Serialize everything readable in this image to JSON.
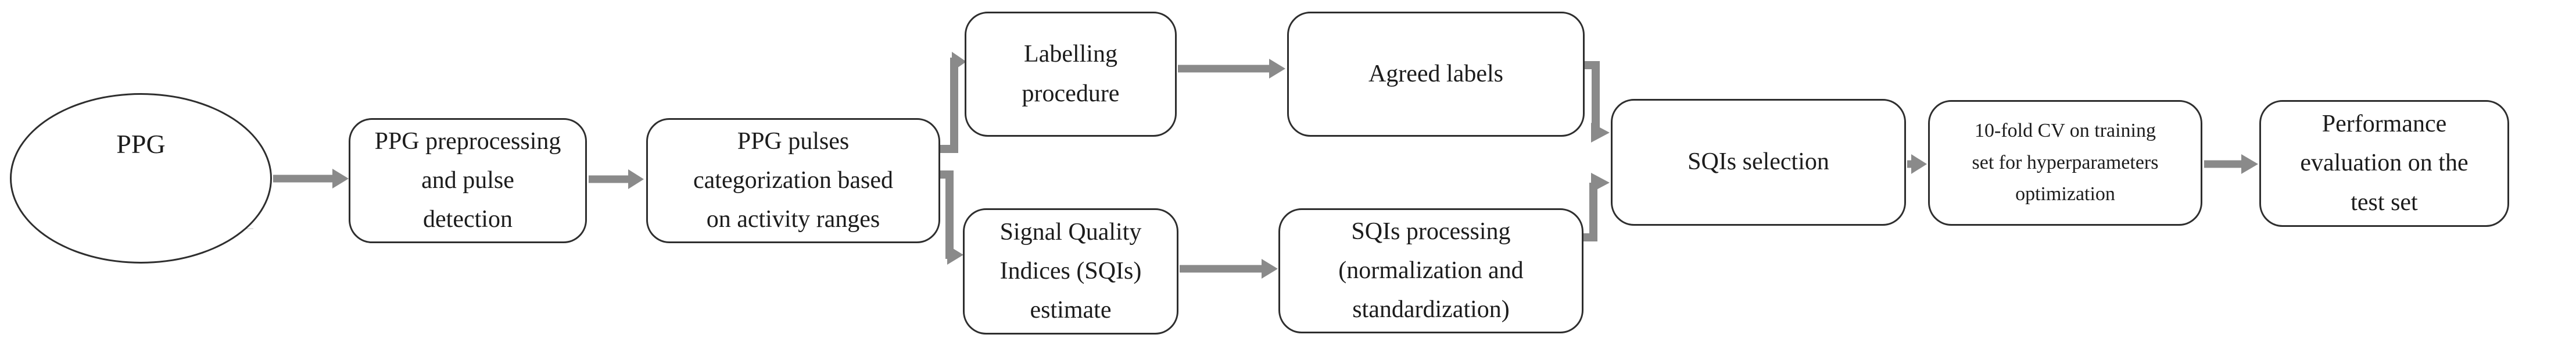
{
  "colors": {
    "arrow": "#8a8a8a",
    "border": "#2e2e2e",
    "text": "#1c1c1c",
    "background": "#ffffff",
    "waveform": "#222222"
  },
  "nodes": {
    "ppg": {
      "label": "PPG"
    },
    "preprocessing": {
      "label": "PPG preprocessing\nand pulse\ndetection"
    },
    "categorization": {
      "label": "PPG pulses\ncategorization based\non activity ranges"
    },
    "labelling": {
      "label": "Labelling\nprocedure"
    },
    "agreed_labels": {
      "label": "Agreed labels"
    },
    "sqi_estimate": {
      "label": "Signal Quality\nIndices (SQIs)\nestimate"
    },
    "sqi_processing": {
      "label": "SQIs processing\n(normalization and\nstandardization)"
    },
    "sqi_selection": {
      "label": "SQIs selection"
    },
    "cv_optimization": {
      "label": "10-fold CV on training\nset for hyperparameters\noptimization"
    },
    "performance": {
      "label": "Performance\nevaluation on the\ntest set"
    }
  },
  "edges": [
    {
      "from": "ppg",
      "to": "preprocessing"
    },
    {
      "from": "preprocessing",
      "to": "categorization"
    },
    {
      "from": "categorization",
      "to": "labelling"
    },
    {
      "from": "categorization",
      "to": "sqi_estimate"
    },
    {
      "from": "labelling",
      "to": "agreed_labels"
    },
    {
      "from": "sqi_estimate",
      "to": "sqi_processing"
    },
    {
      "from": "agreed_labels",
      "to": "sqi_selection"
    },
    {
      "from": "sqi_processing",
      "to": "sqi_selection"
    },
    {
      "from": "sqi_selection",
      "to": "cv_optimization"
    },
    {
      "from": "cv_optimization",
      "to": "performance"
    }
  ]
}
